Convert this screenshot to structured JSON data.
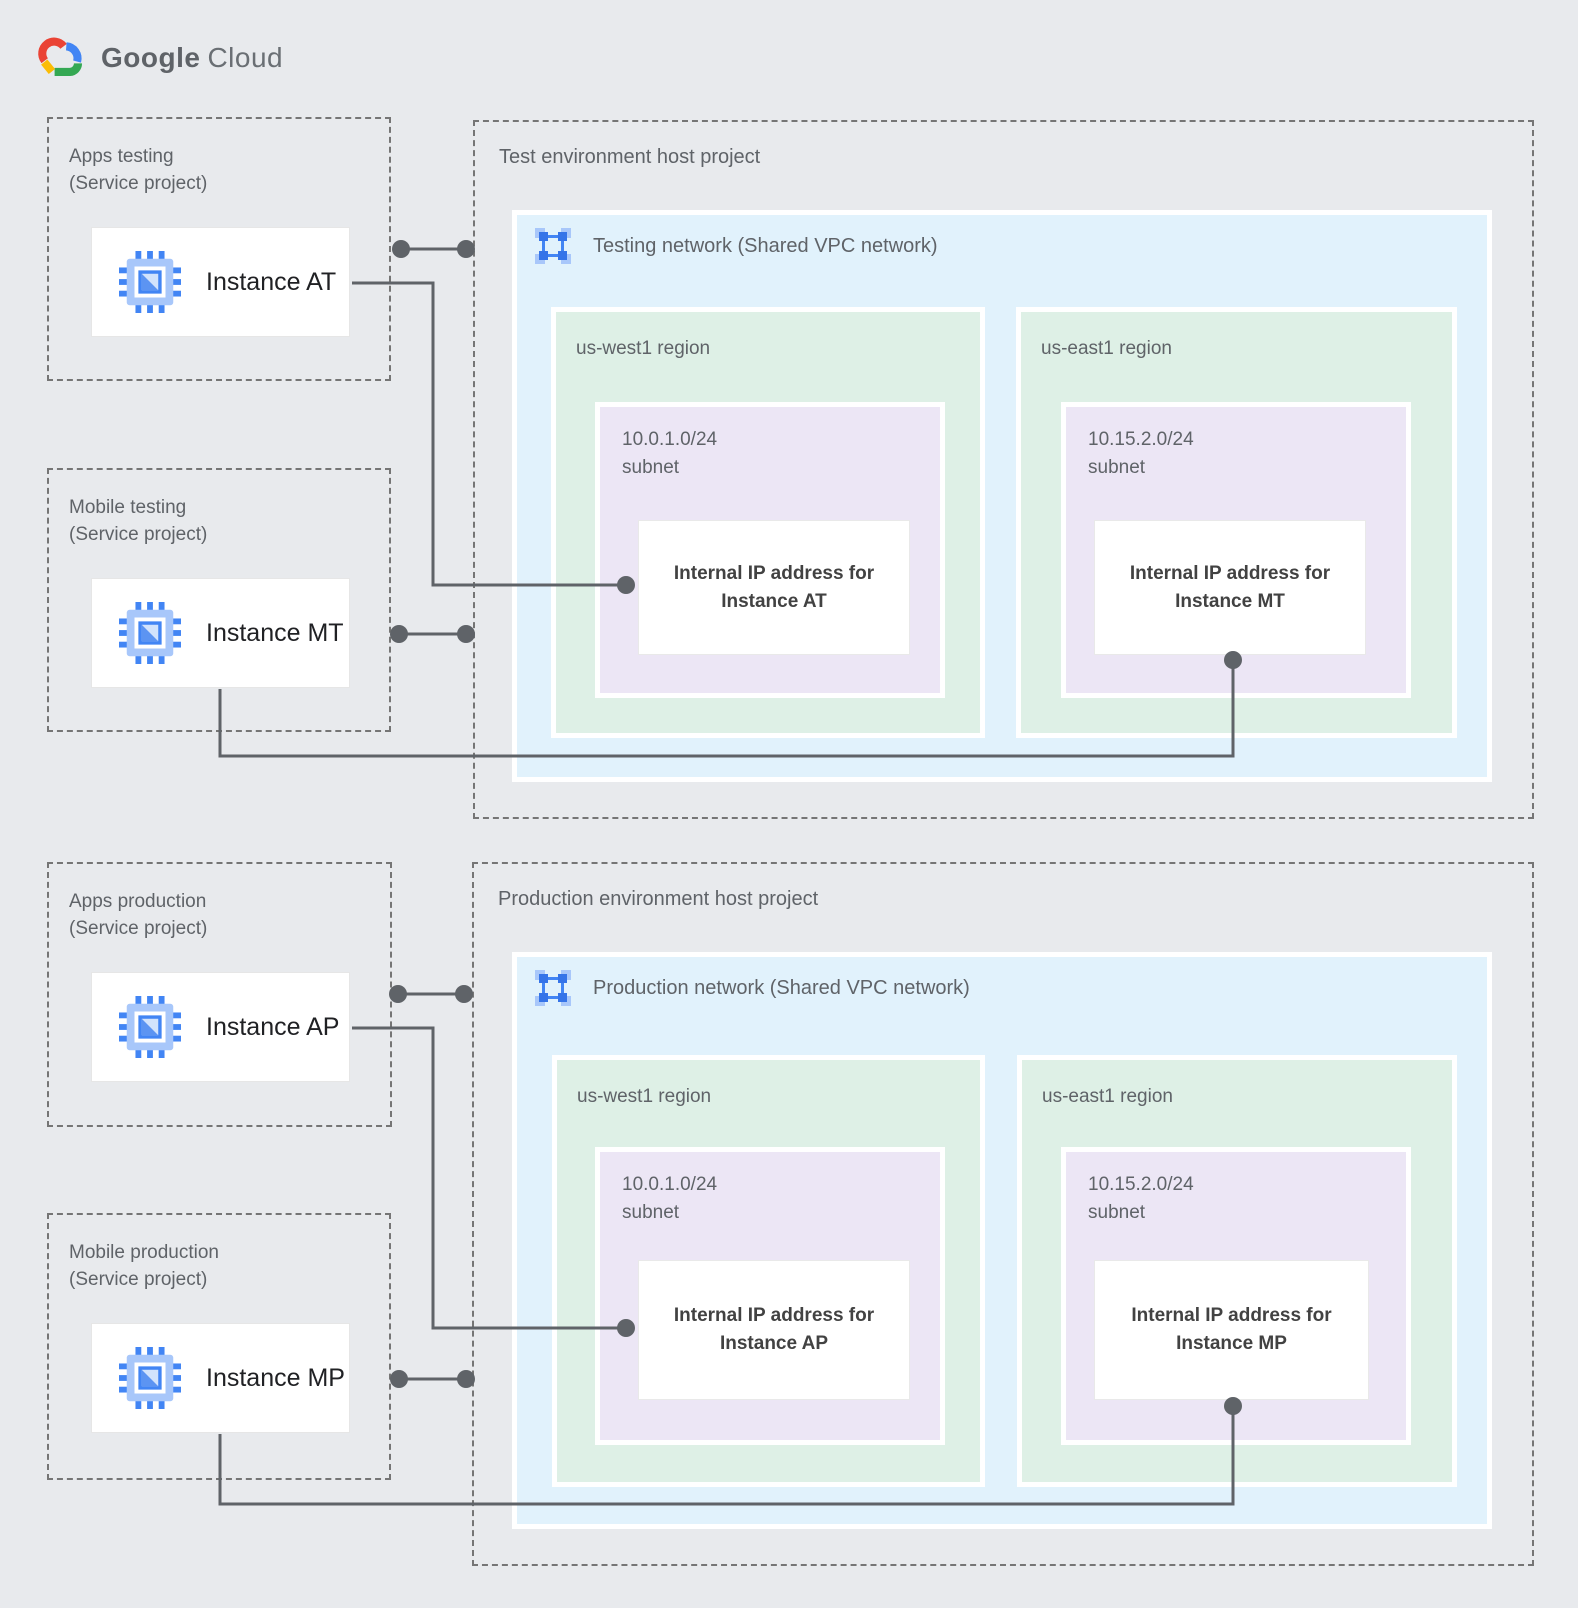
{
  "logo": {
    "brand": "Google",
    "product": "Cloud"
  },
  "colors": {
    "background": "#E8EAED",
    "network_fill": "#E1F2FC",
    "region_fill": "#DEF0E6",
    "subnet_fill": "#ECE6F5",
    "card_fill": "#FFFFFF",
    "connector": "#5F6368",
    "dashed_border": "#757575",
    "label_text": "#5F6368",
    "instance_text": "#202124",
    "icon_blue": "#4285F4",
    "icon_light_blue": "#A8C7FA"
  },
  "environments": [
    {
      "service_projects": [
        {
          "name_line1": "Apps testing",
          "name_line2": "(Service project)",
          "instance_label": "Instance AT"
        },
        {
          "name_line1": "Mobile testing",
          "name_line2": "(Service project)",
          "instance_label": "Instance MT"
        }
      ],
      "host_project": {
        "title": "Test environment host project",
        "network_label": "Testing network (Shared VPC network)",
        "regions": [
          {
            "name": "us-west1 region",
            "subnet_cidr": "10.0.1.0/24",
            "subnet_word": "subnet",
            "ip_card_line1": "Internal IP address for",
            "ip_card_line2": "Instance AT"
          },
          {
            "name": "us-east1 region",
            "subnet_cidr": "10.15.2.0/24",
            "subnet_word": "subnet",
            "ip_card_line1": "Internal IP address for",
            "ip_card_line2": "Instance MT"
          }
        ]
      }
    },
    {
      "service_projects": [
        {
          "name_line1": "Apps production",
          "name_line2": "(Service project)",
          "instance_label": "Instance AP"
        },
        {
          "name_line1": "Mobile production",
          "name_line2": "(Service project)",
          "instance_label": "Instance MP"
        }
      ],
      "host_project": {
        "title": "Production environment host project",
        "network_label": "Production network (Shared VPC network)",
        "regions": [
          {
            "name": "us-west1 region",
            "subnet_cidr": "10.0.1.0/24",
            "subnet_word": "subnet",
            "ip_card_line1": "Internal IP address for",
            "ip_card_line2": "Instance AP"
          },
          {
            "name": "us-east1 region",
            "subnet_cidr": "10.15.2.0/24",
            "subnet_word": "subnet",
            "ip_card_line1": "Internal IP address for",
            "ip_card_line2": "Instance MP"
          }
        ]
      }
    }
  ]
}
